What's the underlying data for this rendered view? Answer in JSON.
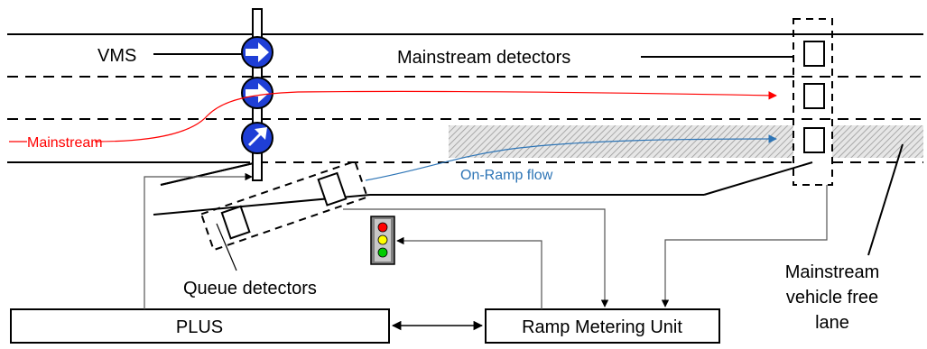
{
  "labels": {
    "vms": "VMS",
    "mainstream_detectors": "Mainstream detectors",
    "mainstream_flow": "Mainstream",
    "onramp_flow": "On-Ramp flow",
    "queue_detectors": "Queue detectors",
    "free_lane_line1": "Mainstream",
    "free_lane_line2": "vehicle free",
    "free_lane_line3": "lane",
    "plus": "PLUS",
    "ramp_metering_unit": "Ramp Metering Unit"
  },
  "colors": {
    "mainstream_flow": "#ff0000",
    "onramp_flow": "#2e75b6",
    "vms_sign": "#1f3fd6",
    "signal_red": "#ff0000",
    "signal_yellow": "#ffff00",
    "signal_green": "#00cc00",
    "signal_housing": "#808080"
  },
  "icons": {
    "vms_signs": [
      "arrow-right-icon",
      "arrow-right-icon",
      "arrow-up-right-icon"
    ],
    "traffic_signal": "traffic-light-icon"
  }
}
